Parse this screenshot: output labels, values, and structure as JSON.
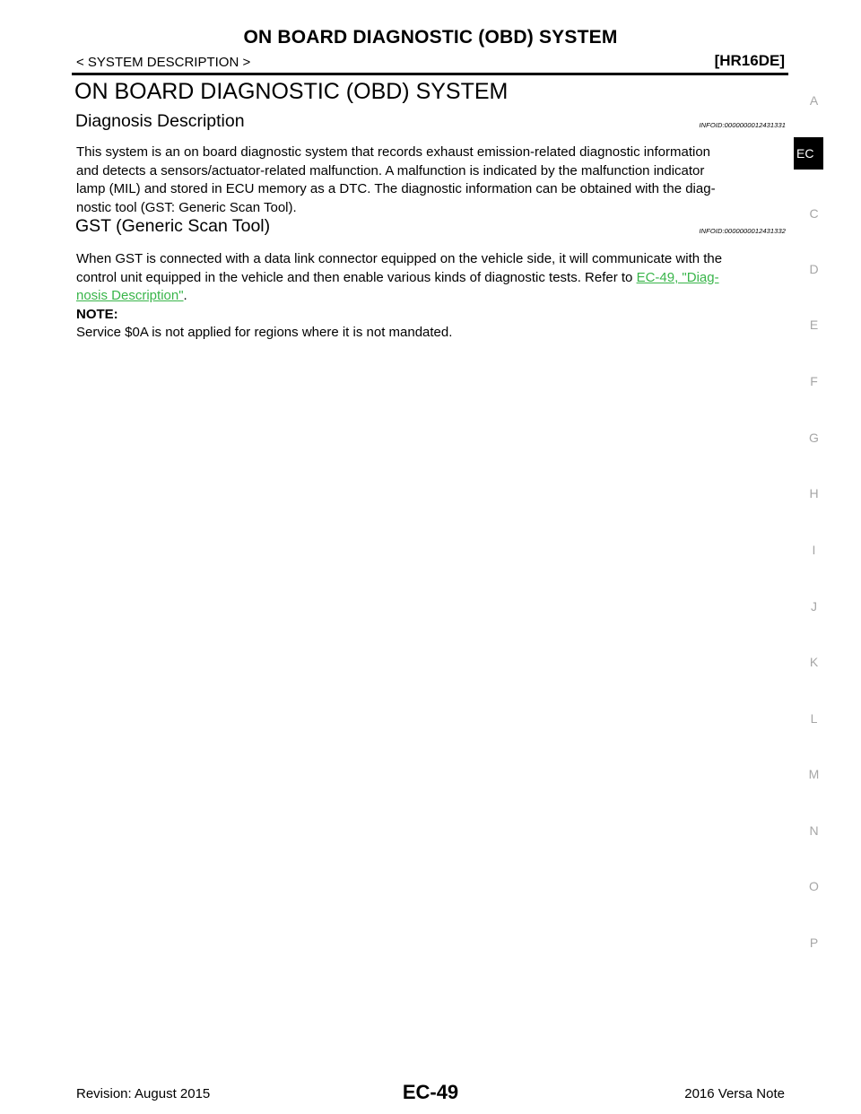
{
  "header": {
    "title": "ON BOARD DIAGNOSTIC (OBD) SYSTEM",
    "breadcrumb": "< SYSTEM DESCRIPTION >",
    "engine_code": "[HR16DE]"
  },
  "section": {
    "title": "ON BOARD DIAGNOSTIC (OBD) SYSTEM"
  },
  "diagnosis": {
    "heading": "Diagnosis Description",
    "infoid": "INFOID:0000000012431331",
    "body_lines": [
      "This system is an on board diagnostic system that records exhaust emission-related diagnostic information",
      "and detects a sensors/actuator-related malfunction. A malfunction is indicated by the malfunction indicator",
      "lamp (MIL) and stored in ECU memory as a DTC. The diagnostic information can be obtained with the diag-",
      "nostic tool (GST: Generic Scan Tool)."
    ]
  },
  "gst": {
    "heading": "GST (Generic Scan Tool)",
    "infoid": "INFOID:0000000012431332",
    "body_line1": "When GST is connected with a data link connector equipped on the vehicle side, it will communicate with the",
    "body_line2_pre": "control unit equipped in the vehicle and then enable various kinds of diagnostic tests. Refer to ",
    "link_part1": "EC-49, \"Diag-",
    "link_part2": "nosis Description\"",
    "body_line3_post": ".",
    "note_label": "NOTE:",
    "note_text": "Service $0A is not applied for regions where it is not mandated."
  },
  "side_tabs": [
    "A",
    "EC",
    "C",
    "D",
    "E",
    "F",
    "G",
    "H",
    "I",
    "J",
    "K",
    "L",
    "M",
    "N",
    "O",
    "P"
  ],
  "active_tab": "EC",
  "footer": {
    "revision": "Revision: August 2015",
    "page": "EC-49",
    "model": "2016 Versa Note"
  }
}
